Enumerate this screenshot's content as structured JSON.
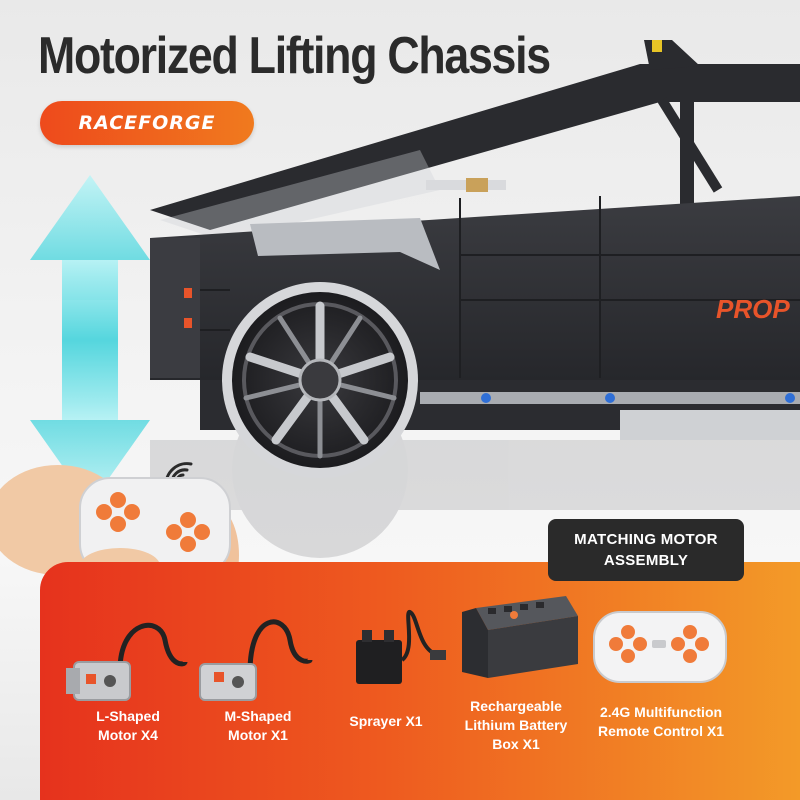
{
  "headline": "Motorized Lifting Chassis",
  "brand": "RACEFORGE",
  "car_text": "PROP",
  "assembly": {
    "line1": "MATCHING MOTOR",
    "line2": "ASSEMBLY"
  },
  "parts": [
    {
      "line1": "L-Shaped",
      "line2": "Motor X4"
    },
    {
      "line1": "M-Shaped",
      "line2": "Motor X1"
    },
    {
      "line1": "Sprayer X1"
    },
    {
      "line1": "Rechargeable",
      "line2": "Lithium Battery",
      "line3": "Box X1"
    },
    {
      "line1": "2.4G Multifunction",
      "line2": "Remote Control X1"
    }
  ],
  "colors": {
    "brand_orange": "#ee4a1c",
    "arrow_cyan": "#4ed4dc",
    "panel_end": "#f39a28",
    "car_body": "#2e2f33",
    "text_dark": "#2b2b2b"
  }
}
